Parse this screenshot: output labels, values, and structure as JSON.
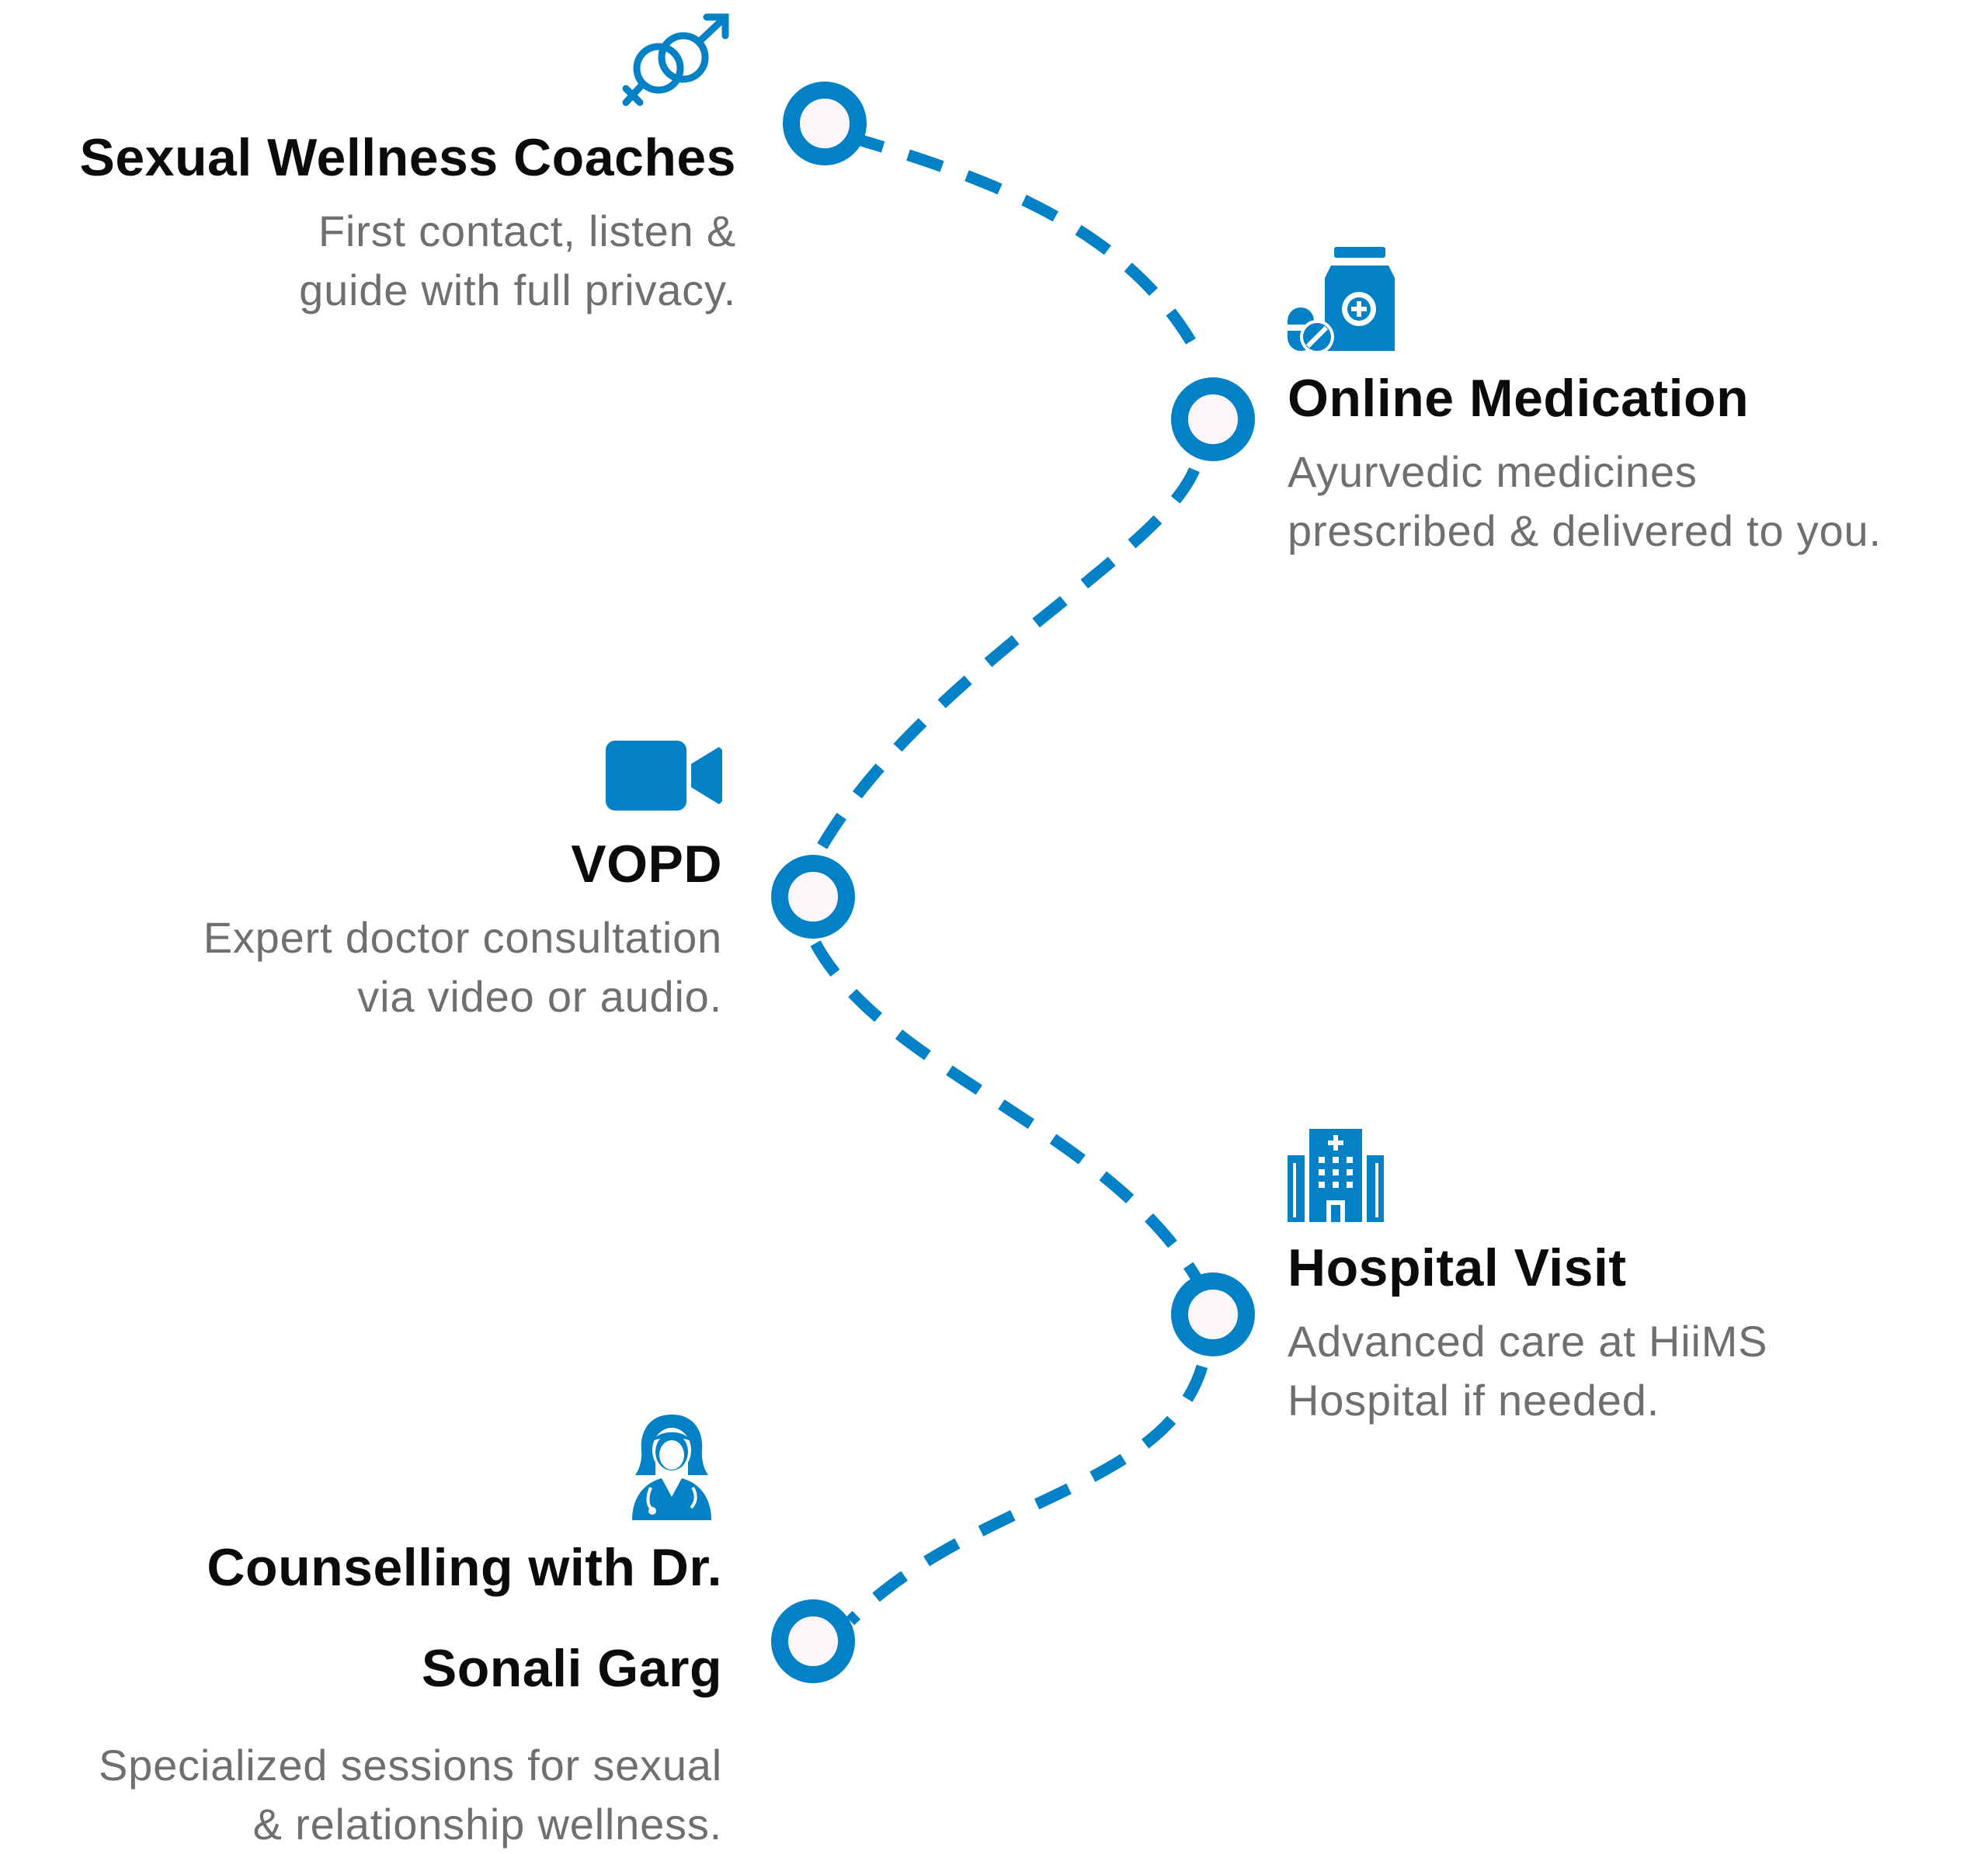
{
  "colors": {
    "accent": "#0281c7",
    "title": "#0b0b0b",
    "description": "#6f6f6f",
    "node_center": "#fdf6fb",
    "background": "#ffffff"
  },
  "steps": [
    {
      "title": "Sexual Wellness Coaches",
      "description_lines": [
        "First contact, listen &",
        "guide with full privacy."
      ],
      "icon": "gender-symbols-icon"
    },
    {
      "title": "Online Medication",
      "description_lines": [
        "Ayurvedic medicines",
        "prescribed & delivered to you."
      ],
      "icon": "medicine-bottle-icon"
    },
    {
      "title": "VOPD",
      "description_lines": [
        "Expert doctor consultation",
        "via video or audio."
      ],
      "icon": "video-camera-icon"
    },
    {
      "title": "Hospital Visit",
      "description_lines": [
        "Advanced care at HiiMS",
        "Hospital if needed."
      ],
      "icon": "hospital-building-icon"
    },
    {
      "title_lines": [
        "Counselling with Dr.",
        "Sonali Garg"
      ],
      "description_lines": [
        "Specialized sessions for sexual",
        "& relationship wellness."
      ],
      "icon": "female-doctor-icon"
    }
  ]
}
